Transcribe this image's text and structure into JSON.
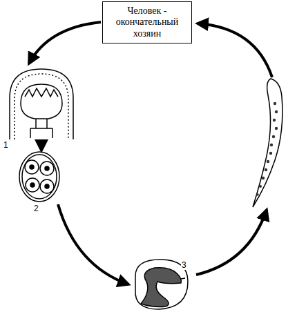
{
  "diagram": {
    "nodes": [
      {
        "text": [
          "Человек - окончательный хозяин"
        ]
      }
    ],
    "labels": [
      "1",
      "2",
      "3"
    ]
  }
}
